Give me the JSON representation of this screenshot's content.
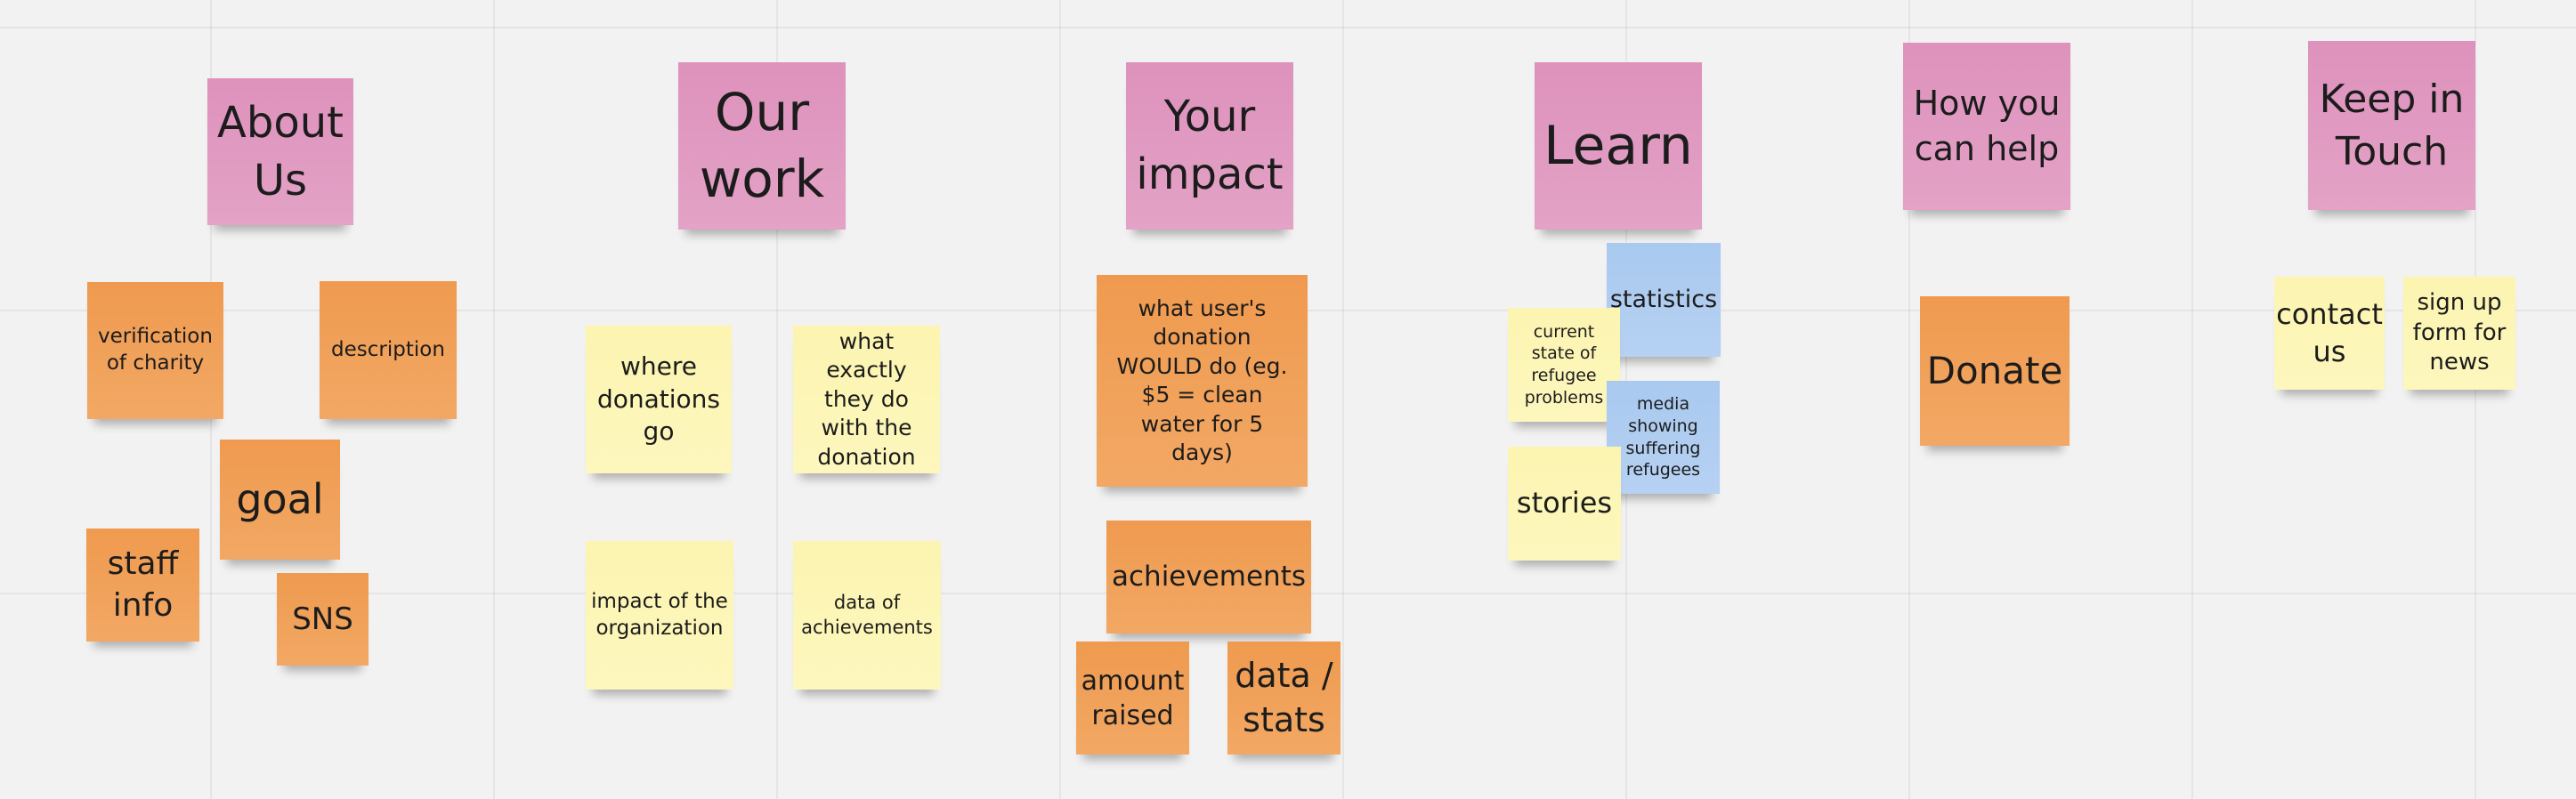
{
  "board": {
    "colors": {
      "background": "#f2f2f2",
      "pink": "#de92bc",
      "orange": "#ef9a4f",
      "yellow": "#fcf4b0",
      "blue": "#a9c9ef"
    }
  },
  "columns": [
    {
      "header": "About Us",
      "notes": [
        "verification of charity",
        "description",
        "goal",
        "staff info",
        "SNS"
      ]
    },
    {
      "header": "Our work",
      "notes": [
        "where donations go",
        "what exactly they do with the donation",
        "impact of the organization",
        "data of achievements"
      ]
    },
    {
      "header": "Your impact",
      "notes": [
        "what user's donation WOULD do (eg. $5 = clean water for 5 days)",
        "achievements",
        "amount raised",
        "data / stats"
      ]
    },
    {
      "header": "Learn",
      "notes": [
        "statistics",
        "current state of refugee problems",
        "media showing suffering refugees",
        "stories"
      ]
    },
    {
      "header": "How you can help",
      "notes": [
        "Donate"
      ]
    },
    {
      "header": "Keep in Touch",
      "notes": [
        "contact us",
        "sign up form for news"
      ]
    }
  ]
}
